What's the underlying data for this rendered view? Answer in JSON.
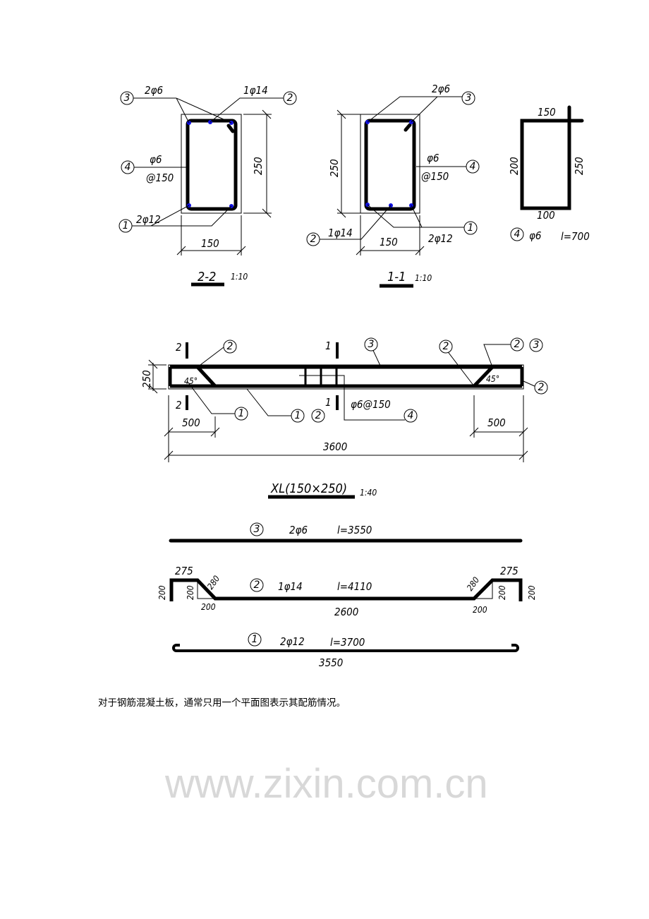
{
  "watermark": "www.zixin.com.cn",
  "section_2_2": {
    "title": "2-2",
    "scale": "1:10",
    "tag_3": "3",
    "tag_2": "2",
    "tag_4": "4",
    "tag_1": "1",
    "label_top_stirrup": "2φ6",
    "label_top_bar": "1φ14",
    "label_stirrup": "φ6",
    "label_spacing": "@150",
    "label_bottom": "2φ12",
    "dim_height": "250",
    "dim_width": "150"
  },
  "section_1_1": {
    "title": "1-1",
    "scale": "1:10",
    "tag_3": "3",
    "tag_4": "4",
    "tag_1": "1",
    "tag_2": "2",
    "label_top": "2φ6",
    "label_stirrup": "φ6",
    "label_spacing": "@150",
    "label_bottom": "2φ12",
    "label_mid_bar": "1φ14",
    "dim_height": "250",
    "dim_width": "150"
  },
  "stirrup_detail": {
    "dim_top": "150",
    "dim_left": "200",
    "dim_right": "250",
    "dim_bottom": "100",
    "tag": "4",
    "size": "φ6",
    "length": "l=700"
  },
  "beam_elevation": {
    "title": "XL(150×250)",
    "scale": "1:40",
    "cut_2": "2",
    "cut_1": "1",
    "tags": {
      "t2a": "2",
      "t3": "3",
      "t2b": "2",
      "t2c": "2",
      "t3b": "3",
      "t2d": "2",
      "t1": "1",
      "t1b": "1",
      "t2e": "2",
      "t4": "4"
    },
    "angle_left": "45°",
    "angle_right": "45°",
    "stirrup_label": "φ6@150",
    "dim_height": "250",
    "dim_left": "500",
    "dim_right": "500",
    "dim_total": "3600"
  },
  "bar_3": {
    "tag": "3",
    "spec": "2φ6",
    "length": "l=3550"
  },
  "bar_2": {
    "tag": "2",
    "spec": "1φ14",
    "length": "l=4110",
    "seg_top_left": "275",
    "seg_top_right": "275",
    "hook_left": "200",
    "hook_right": "200",
    "rise_left": "200",
    "rise_right": "200",
    "diag_left": "280",
    "diag_right": "280",
    "run_left": "200",
    "run_right": "200",
    "middle": "2600"
  },
  "bar_1": {
    "tag": "1",
    "spec": "2φ12",
    "length": "l=3700",
    "span": "3550"
  },
  "caption": "对于钢筋混凝土板，通常只用一个平面图表示其配筋情况。"
}
